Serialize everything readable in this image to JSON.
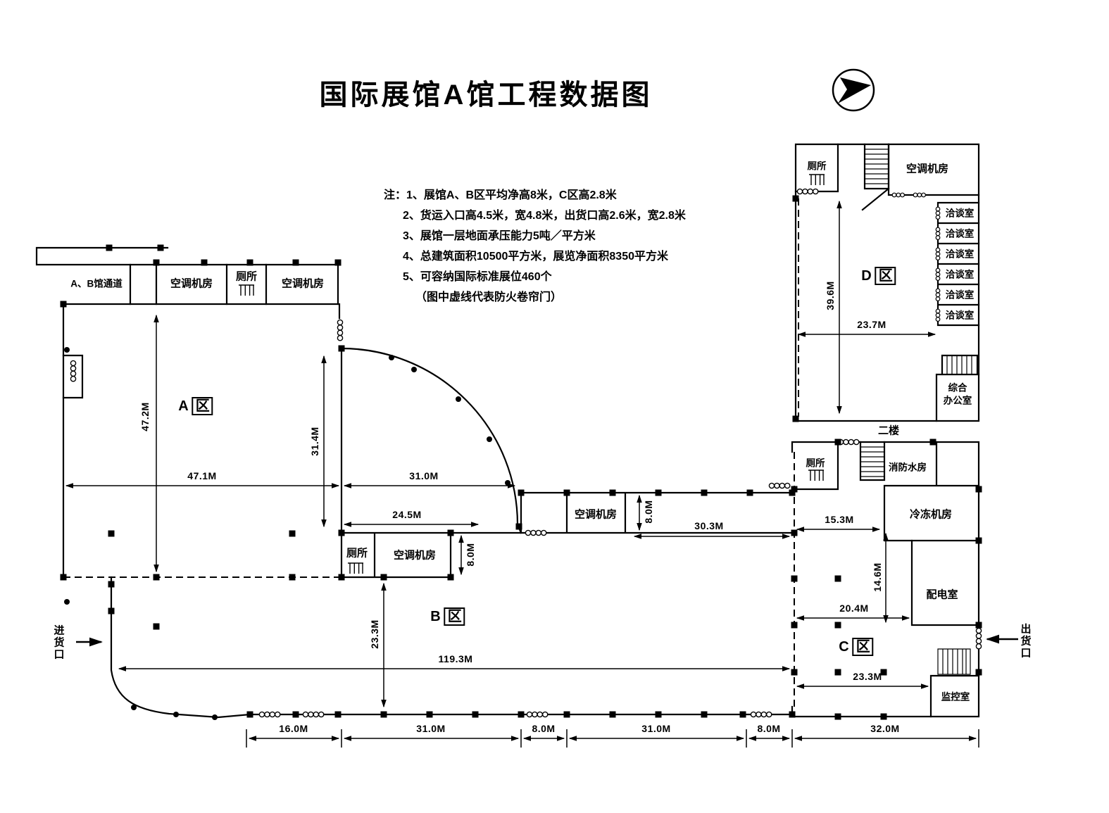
{
  "title": "国际展馆A馆工程数据图",
  "icons": {
    "north": "north-arrow",
    "door": "fire-shutter-coil",
    "stairs": "stairs",
    "toilet": "toilet-stalls"
  },
  "notes": {
    "line1": "注：1、展馆A、B区平均净高8米，C区高2.8米",
    "line2": "2、货运入口高4.5米，宽4.8米，出货口高2.6米，宽2.8米",
    "line3": "3、展馆一层地面承压能力5吨／平方米",
    "line4": "4、总建筑面积10500平方米，展览净面积8350平方米",
    "line5": "5、可容纳国际标准展位460个",
    "line6": "（图中虚线代表防火卷帘门）"
  },
  "zones": {
    "a": {
      "letter": "A",
      "box": "区"
    },
    "b": {
      "letter": "B",
      "box": "区"
    },
    "c": {
      "letter": "C",
      "box": "区"
    },
    "d": {
      "letter": "D",
      "box": "区"
    }
  },
  "rooms": {
    "corridor": "A、B馆通道",
    "hvac": "空调机房",
    "toilet": "厕所",
    "meeting": "洽谈室",
    "office1": "综合",
    "office2": "办公室",
    "fire_water": "消防水房",
    "freezer": "冷冻机房",
    "power": "配电室",
    "monitor": "监控室"
  },
  "labels": {
    "floor2": "二楼",
    "goods_in": "进货口",
    "goods_out": "出货口"
  },
  "dims": {
    "m47_2": "47.2M",
    "m47_1": "47.1M",
    "m31_4": "31.4M",
    "m31_0": "31.0M",
    "m24_5": "24.5M",
    "m8_0": "8.0M",
    "m23_3": "23.3M",
    "m119_3": "119.3M",
    "m30_3": "30.3M",
    "m39_6": "39.6M",
    "m23_7": "23.7M",
    "m15_3": "15.3M",
    "m14_6": "14.6M",
    "m20_4": "20.4M",
    "m16_0": "16.0M",
    "m32_0": "32.0M"
  }
}
